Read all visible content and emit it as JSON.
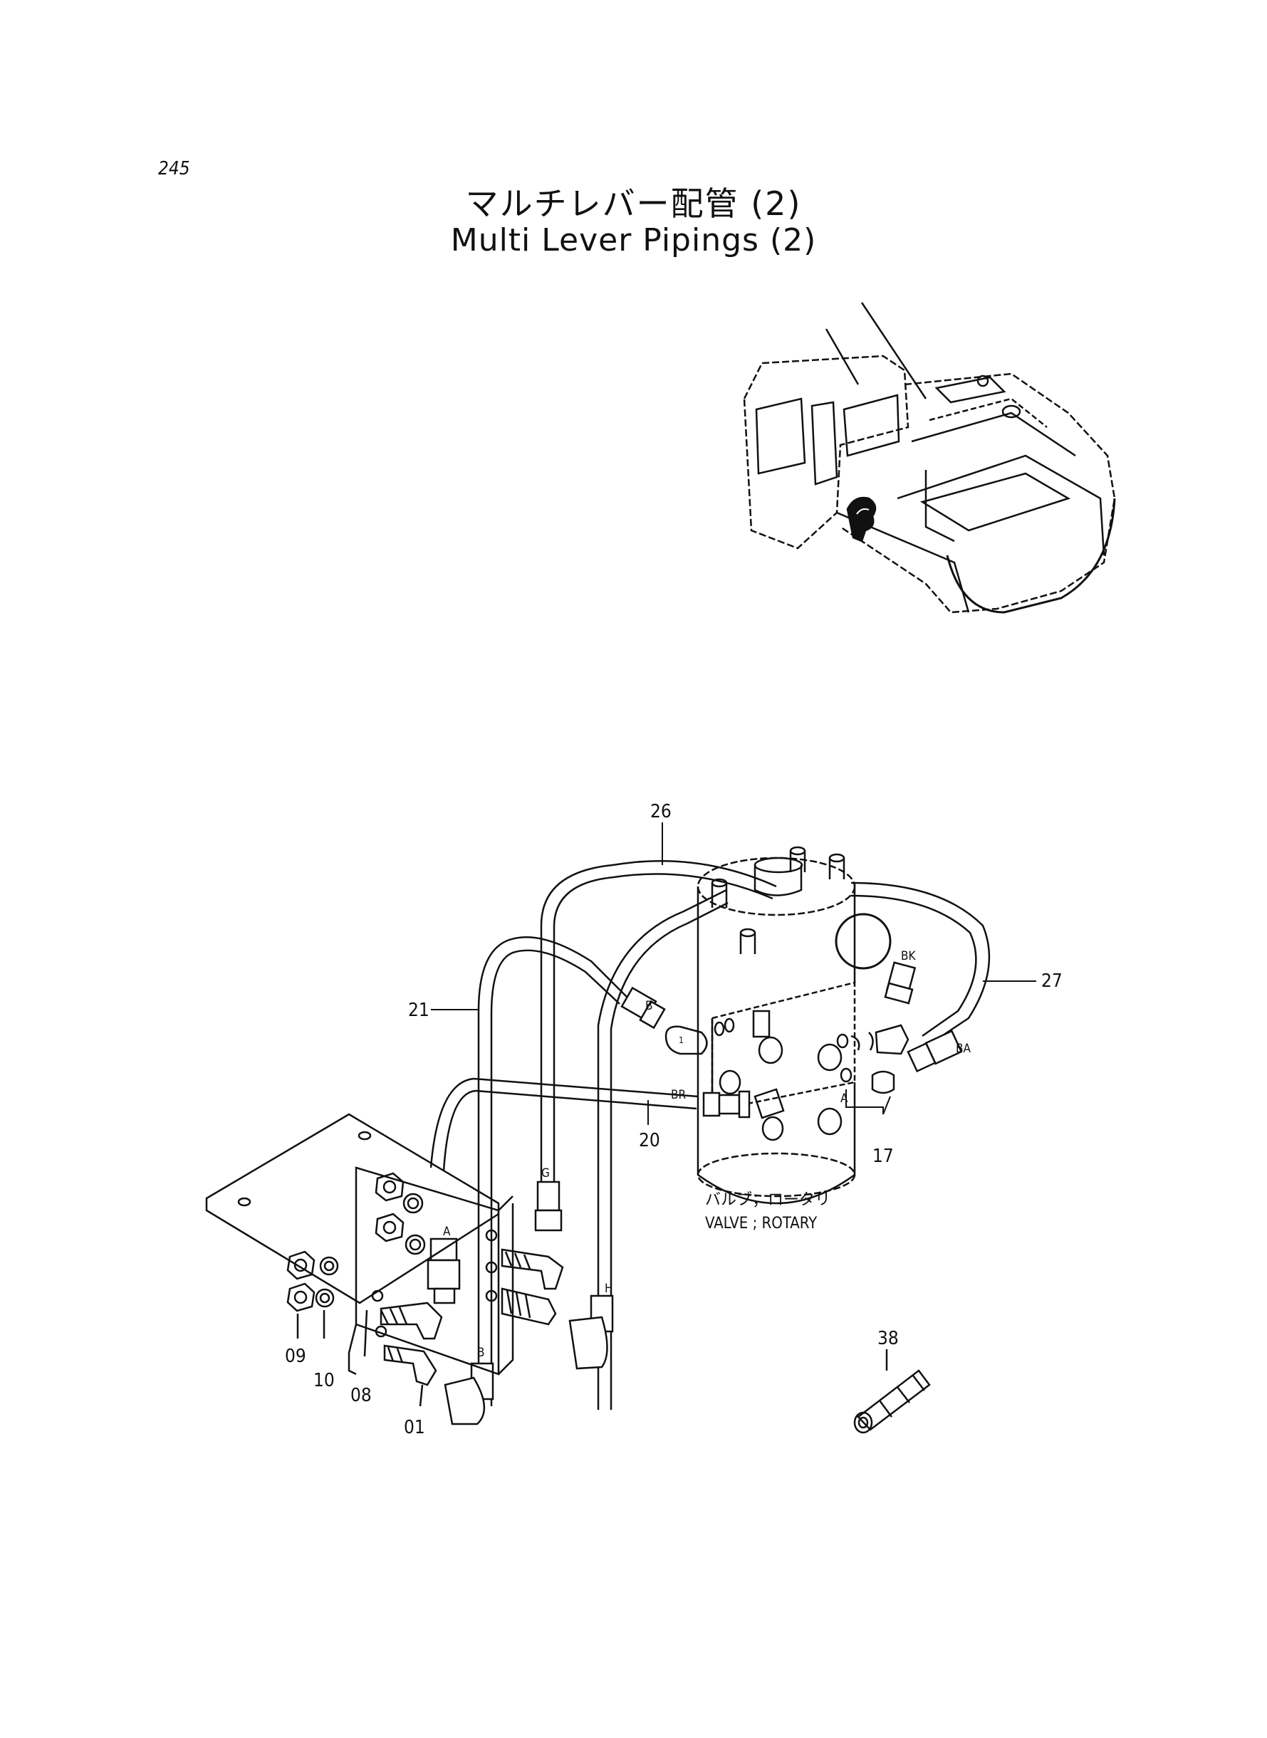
{
  "header": {
    "page_number": "245",
    "title_jp": "マルチレバー配管 (2)",
    "title_en": "Multi Lever Pipings (2)"
  },
  "component_label": {
    "jp": "バルブ；ロータリ",
    "en": "VALVE ; ROTARY"
  },
  "part_numbers": {
    "p26": "26",
    "p27": "27",
    "p21": "21",
    "p20": "20",
    "p17": "17",
    "p09": "09",
    "p10": "10",
    "p08": "08",
    "p01": "01",
    "p38": "38"
  },
  "port_labels": {
    "b_upper": "B",
    "bk": "BK",
    "ba": "BA",
    "br": "BR",
    "a_right": "A",
    "g": "G",
    "a_left": "A",
    "h": "H",
    "b_lower": "B",
    "one": "1"
  }
}
